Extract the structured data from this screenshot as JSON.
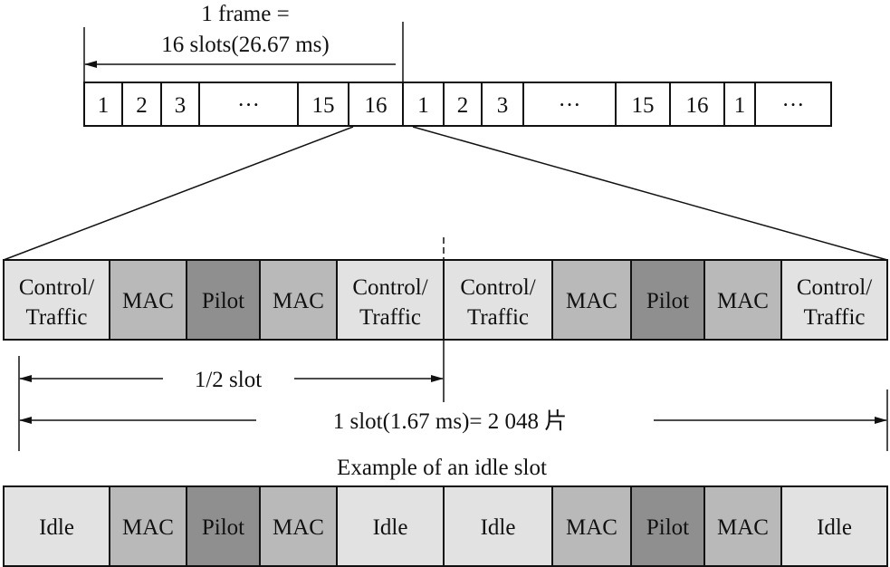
{
  "frame_label": {
    "line1": "1 frame =",
    "line2": "16 slots(26.67 ms)"
  },
  "frame_row": [
    "1",
    "2",
    "3",
    "···",
    "15",
    "16",
    "1",
    "2",
    "3",
    "···",
    "15",
    "16",
    "1",
    "···"
  ],
  "active_slot": {
    "segments": [
      {
        "line1": "Control/",
        "line2": "Traffic",
        "kind": "data"
      },
      {
        "line1": "MAC",
        "kind": "mac"
      },
      {
        "line1": "Pilot",
        "kind": "pilot"
      },
      {
        "line1": "MAC",
        "kind": "mac"
      },
      {
        "line1": "Control/",
        "line2": "Traffic",
        "kind": "data"
      },
      {
        "line1": "Control/",
        "line2": "Traffic",
        "kind": "data"
      },
      {
        "line1": "MAC",
        "kind": "mac"
      },
      {
        "line1": "Pilot",
        "kind": "pilot"
      },
      {
        "line1": "MAC",
        "kind": "mac"
      },
      {
        "line1": "Control/",
        "line2": "Traffic",
        "kind": "data"
      }
    ]
  },
  "half_slot_label": "1/2 slot",
  "full_slot_label": "1 slot(1.67 ms)= 2 048 片",
  "idle_caption": "Example of an idle slot",
  "idle_slot": {
    "segments": [
      {
        "line1": "Idle",
        "kind": "idle"
      },
      {
        "line1": "MAC",
        "kind": "mac"
      },
      {
        "line1": "Pilot",
        "kind": "pilot"
      },
      {
        "line1": "MAC",
        "kind": "mac"
      },
      {
        "line1": "Idle",
        "kind": "idle"
      },
      {
        "line1": "Idle",
        "kind": "idle"
      },
      {
        "line1": "MAC",
        "kind": "mac"
      },
      {
        "line1": "Pilot",
        "kind": "pilot"
      },
      {
        "line1": "MAC",
        "kind": "mac"
      },
      {
        "line1": "Idle",
        "kind": "idle"
      }
    ]
  },
  "colors": {
    "data": "#e2e2e2",
    "idle": "#e2e2e2",
    "mac": "#b9b9b9",
    "pilot": "#8f8f8f",
    "line": "#111111"
  }
}
